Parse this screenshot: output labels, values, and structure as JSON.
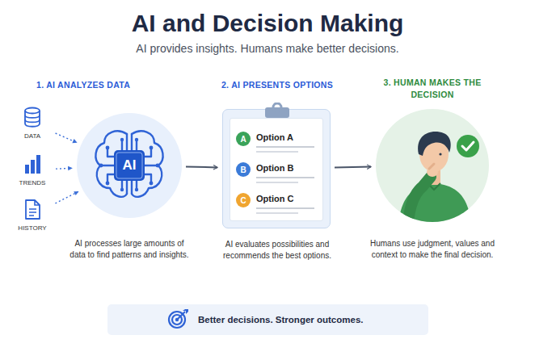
{
  "diagram": {
    "title": "AI and Decision Making",
    "caption": "AI provides insights. Humans make better decisions.",
    "nodes": [
      {
        "text": [
          "DATA"
        ]
      },
      {
        "text": [
          "TRENDS"
        ]
      },
      {
        "text": [
          "HISTORY"
        ]
      },
      {
        "text": [
          "1. AI ANALYZES DATA",
          "AI",
          "AI processes large amounts of data to find patterns and insights."
        ]
      },
      {
        "text": [
          "2. AI PRESENTS OPTIONS",
          "AI evaluates possibilities and recommends the best options."
        ]
      },
      {
        "text": [
          "A",
          "Option A"
        ],
        "in": 4
      },
      {
        "text": [
          "B",
          "Option B"
        ],
        "in": 4
      },
      {
        "text": [
          "C",
          "Option C"
        ],
        "in": 4
      },
      {
        "text": [
          "3. HUMAN MAKES THE DECISION",
          "Humans use judgment, values and context to make the final decision."
        ]
      },
      {
        "text": [
          "Better decisions. Stronger outcomes."
        ]
      }
    ],
    "edges": [
      {
        "from": 0,
        "to": 3,
        "arrow": "to"
      },
      {
        "from": 1,
        "to": 3,
        "arrow": "to"
      },
      {
        "from": 2,
        "to": 3,
        "arrow": "to"
      },
      {
        "from": 3,
        "to": 4,
        "arrow": "to"
      },
      {
        "from": 4,
        "to": 8,
        "arrow": "to"
      }
    ]
  }
}
